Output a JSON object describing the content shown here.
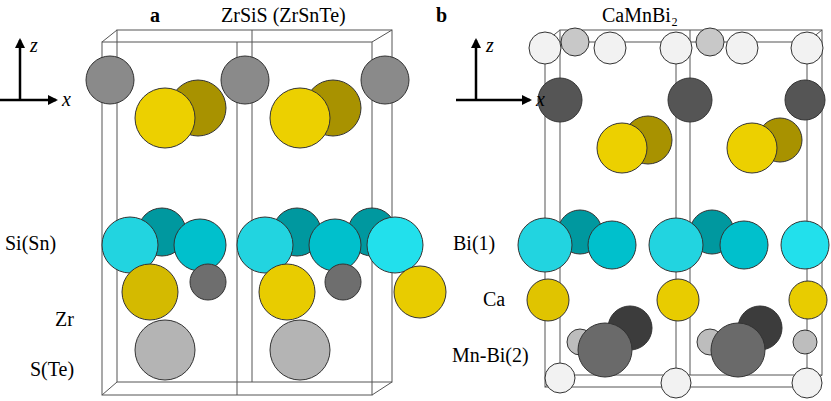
{
  "diagram": {
    "labels": [
      "a",
      "ZrSiS (ZrSnTe)",
      "z",
      "x",
      "Si(Sn)",
      "Zr",
      "S(Te)",
      "b",
      "CaMnBi₂",
      "z",
      "x",
      "Bi(1)",
      "Ca",
      "Mn-Bi(2)"
    ]
  }
}
